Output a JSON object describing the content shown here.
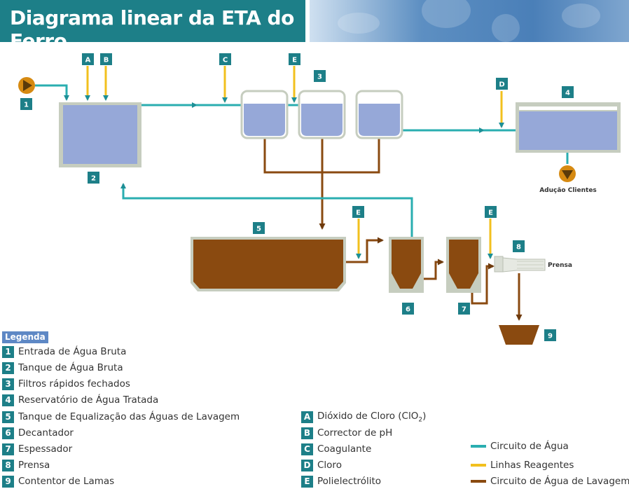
{
  "title": "Diagrama linear da ETA do Ferro",
  "colors": {
    "header_bg": "#1d7f88",
    "badge_teal": "#1d7f88",
    "water_line": "#2aaeb0",
    "reagent_line": "#f2c01e",
    "wash_line": "#8a4a10",
    "tank_water": "#96a8d8",
    "tank_frame": "#c6cdbf",
    "sludge": "#8a4a10",
    "pump": "#d68a12",
    "legend_title_bg": "#5e88c5"
  },
  "diagram": {
    "badges": {
      "n1": "1",
      "n2": "2",
      "n3": "3",
      "n4": "4",
      "n5": "5",
      "n6": "6",
      "n7": "7",
      "n8": "8",
      "n9": "9",
      "a": "A",
      "b": "B",
      "c": "C",
      "d": "D",
      "e1": "E",
      "e2": "E",
      "e3": "E"
    },
    "label_clients": "Adução Clientes",
    "label_press": "Prensa"
  },
  "legend": {
    "title": "Legenda",
    "items": [
      {
        "num": "1",
        "text": "Entrada de Água Bruta"
      },
      {
        "num": "2",
        "text": "Tanque de Água Bruta"
      },
      {
        "num": "3",
        "text": "Filtros rápidos fechados"
      },
      {
        "num": "4",
        "text": "Reservatório de Água Tratada"
      },
      {
        "num": "5",
        "text": "Tanque de Equalização das Águas de Lavagem"
      },
      {
        "num": "6",
        "text": "Decantador"
      },
      {
        "num": "7",
        "text": "Espessador"
      },
      {
        "num": "8",
        "text": "Prensa"
      },
      {
        "num": "9",
        "text": "Contentor de Lamas"
      }
    ],
    "reagents": [
      {
        "letter": "A",
        "text": "Dióxido de Cloro (ClO",
        "sub": "2",
        "after": ")"
      },
      {
        "letter": "B",
        "text": "Corrector de pH"
      },
      {
        "letter": "C",
        "text": "Coagulante"
      },
      {
        "letter": "D",
        "text": "Cloro"
      },
      {
        "letter": "E",
        "text": "Polielectrólito"
      }
    ],
    "lines": [
      {
        "text": "Circuito de Água",
        "color": "#2aaeb0"
      },
      {
        "text": "Linhas Reagentes",
        "color": "#f2c01e"
      },
      {
        "text": "Circuito de Água de Lavagem",
        "color": "#8a4a10"
      }
    ]
  }
}
